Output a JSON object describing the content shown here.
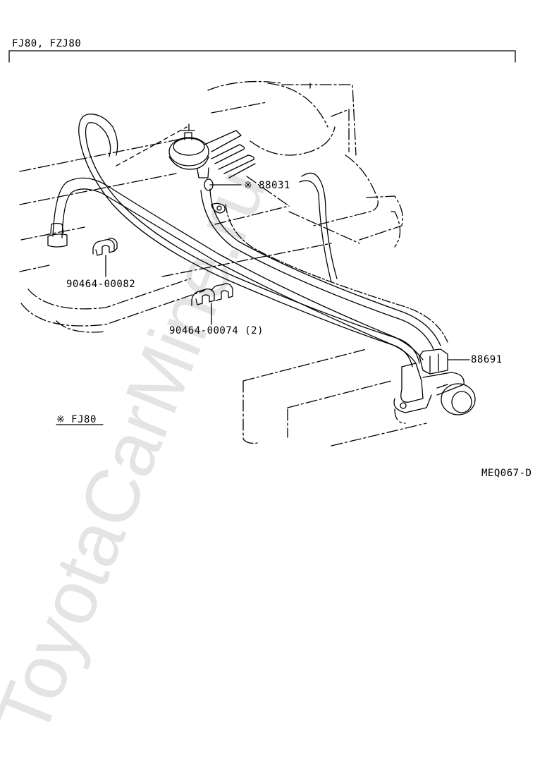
{
  "header": {
    "models": "FJ80, FZJ80"
  },
  "parts": [
    {
      "number": "※ 88031"
    },
    {
      "number": "90464-00082"
    },
    {
      "number": "90464-00074 (2)"
    },
    {
      "number": "88691"
    }
  ],
  "footnote": "※ FJ80",
  "figure_code": "MEQ067-D",
  "watermark": "ToyotaCarMine.ru",
  "colors": {
    "line": "#000000",
    "watermark": "#e6e6e6"
  }
}
